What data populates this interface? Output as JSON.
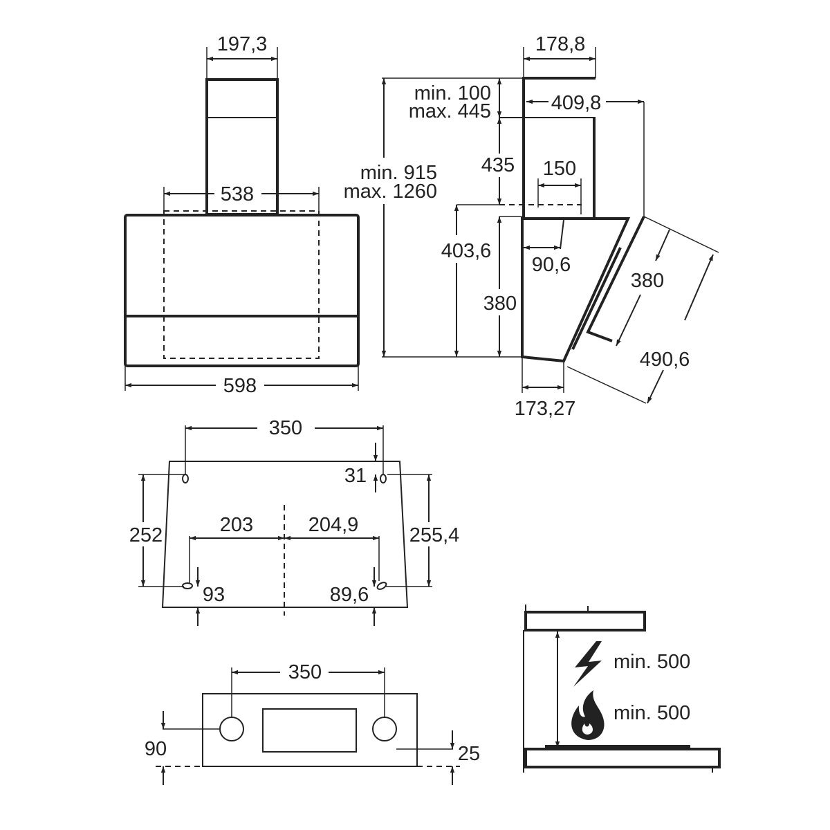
{
  "front_view": {
    "chimney_width": "197,3",
    "bracket_width": "538",
    "hood_width": "598"
  },
  "side_view": {
    "chimney_depth": "178,8",
    "overlap_min": "min. 100",
    "overlap_max": "max. 445",
    "total_height_min": "min. 915",
    "total_height_max": "max. 1260",
    "projection": "409,8",
    "chimney_lower": "435",
    "outlet_width": "150",
    "outlet_offset": "90,6",
    "body_height": "403,6",
    "glass_height": "380",
    "glass_panel_height": "380",
    "glass_panel_diagonal": "490,6",
    "bottom_depth": "173,27"
  },
  "wall_mount_view": {
    "holes_distance": "350",
    "top_offset": "31",
    "left_height": "252",
    "right_height": "255,4",
    "left_half": "203",
    "right_half": "204,9",
    "bottom_left": "93",
    "bottom_right": "89,6"
  },
  "top_view": {
    "holes_distance": "350",
    "left_offset": "90",
    "right_offset": "25"
  },
  "clearance": {
    "electric_label": "min. 500",
    "gas_label": "min. 500",
    "electric_icon": "lightning-icon",
    "gas_icon": "flame-icon"
  }
}
